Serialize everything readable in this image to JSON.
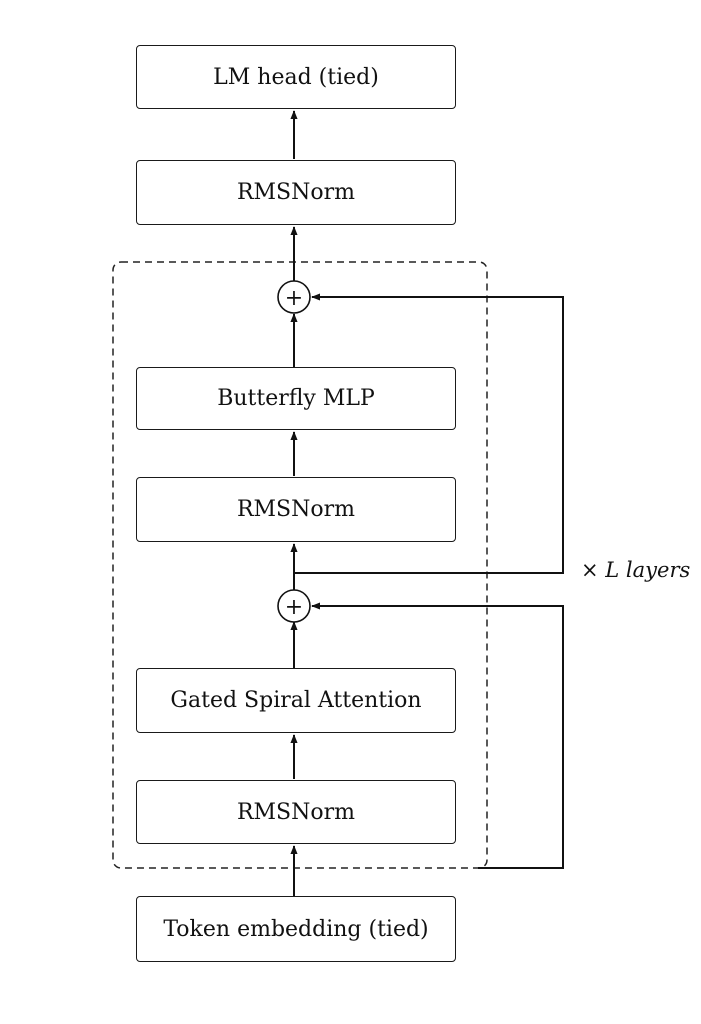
{
  "blocks": {
    "lm_head": "LM head (tied)",
    "final_norm": "RMSNorm",
    "mlp": "Butterfly MLP",
    "mlp_norm": "RMSNorm",
    "attention": "Gated Spiral Attention",
    "attn_norm": "RMSNorm",
    "embedding": "Token embedding (tied)"
  },
  "repeat": {
    "symbol": "×",
    "label": "L layers"
  },
  "residual_symbol": "+"
}
